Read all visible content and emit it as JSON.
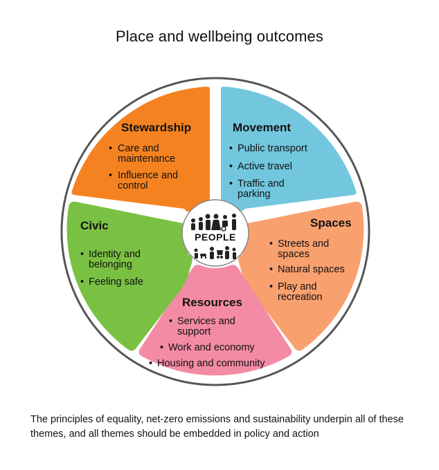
{
  "title": "Place and wellbeing outcomes",
  "center_label": "PEOPLE",
  "segments": {
    "stewardship": {
      "title": "Stewardship",
      "color": "#F58220",
      "items": [
        [
          "Care and",
          "maintenance"
        ],
        [
          "Influence and",
          "control"
        ]
      ]
    },
    "movement": {
      "title": "Movement",
      "color": "#72C7DE",
      "items": [
        [
          "Public transport"
        ],
        [
          "Active travel"
        ],
        [
          "Traffic and",
          "parking"
        ]
      ]
    },
    "spaces": {
      "title": "Spaces",
      "color": "#F9A06F",
      "items": [
        [
          "Streets and",
          "spaces"
        ],
        [
          "Natural spaces"
        ],
        [
          "Play and",
          "recreation"
        ]
      ]
    },
    "resources": {
      "title": "Resources",
      "color": "#F48BA4",
      "items": [
        [
          "Services and",
          "support"
        ],
        [
          "Work and economy"
        ],
        [
          "Housing and community"
        ]
      ]
    },
    "civic": {
      "title": "Civic",
      "color": "#7AC143",
      "items": [
        [
          "Identity and",
          "belonging"
        ],
        [
          "Feeling safe"
        ]
      ]
    }
  },
  "footer": "The principles of equality, net-zero emissions and sustainability underpin all of these themes, and all themes should be embedded in policy and action"
}
